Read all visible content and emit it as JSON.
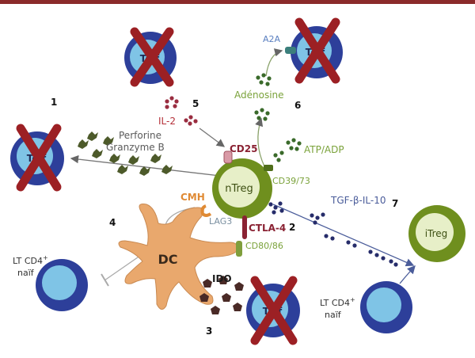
{
  "numbers": {
    "n1": "1",
    "n2": "2",
    "n3": "3",
    "n4": "4",
    "n5": "5",
    "n6": "6",
    "n7": "7"
  },
  "cells": {
    "teff": "Teff",
    "ntreg": "nTreg",
    "itreg": "iTreg",
    "dc": "DC",
    "lt_cd4_line1": "LT CD4",
    "lt_cd4_sup": "+",
    "lt_cd4_line2": "naïf"
  },
  "labels": {
    "a2a": "A2A",
    "adenosine": "Adénosine",
    "atp_adp": "ATP/ADP",
    "cd39_73": "CD39/73",
    "il2": "IL-2",
    "cd25": "CD25",
    "perforine": "Perforine",
    "granzyme": "Granzyme B",
    "cmh": "CMH",
    "lag3": "LAG3",
    "ctla4": "CTLA-4",
    "cd80_86": "CD80/86",
    "tgf_il10": "TGF-β-IL-10",
    "ido": "IDO"
  },
  "colors": {
    "top_band": "#8b2a2a",
    "teff_outer": "#2d3f9a",
    "teff_inner": "#7fc4e6",
    "treg_outer": "#6f8f1e",
    "treg_inner": "#e7efc8",
    "dc": "#e9a86d",
    "cross": "#9c2024",
    "green_text": "#7aa23a",
    "red_text": "#b5313a",
    "blue_text": "#5a7fc0",
    "gray_text": "#5a5a5a"
  }
}
